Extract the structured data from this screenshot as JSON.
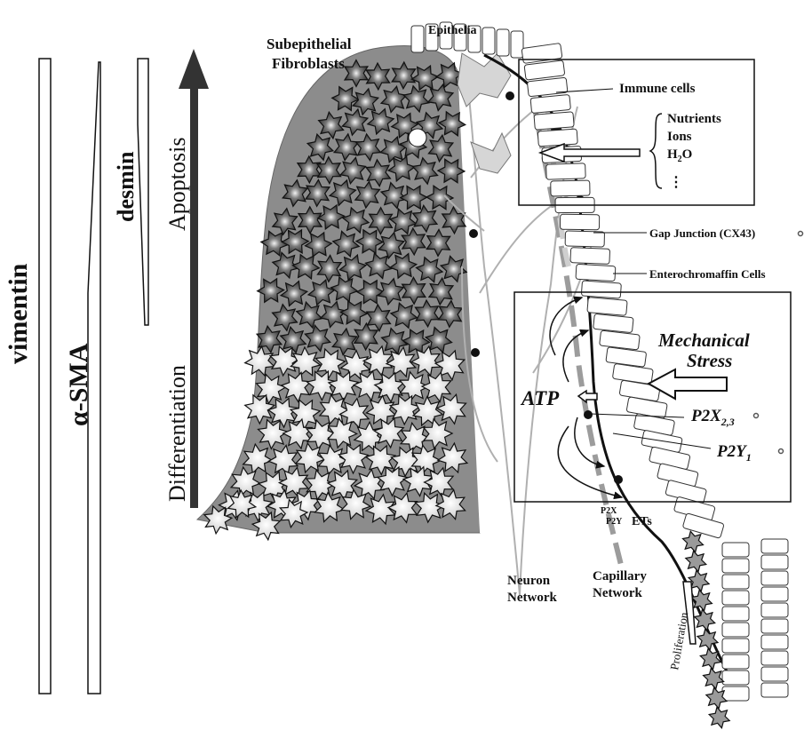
{
  "bars": {
    "vimentin": "vimentin",
    "alpha_sma": "α-SMA",
    "desmin": "desmin"
  },
  "arrow": {
    "apoptosis": "Apoptosis",
    "differentiation": "Differentiation"
  },
  "labels": {
    "subepithelial_line1": "Subepithelial",
    "subepithelial_line2": "Fibroblasts",
    "epithelia": "Epithelia",
    "immune_cells": "Immune cells",
    "nutrients": "Nutrients",
    "ions": "Ions",
    "water_h": "H",
    "water_sub": "2",
    "water_o": "O",
    "ellipsis": "⋮",
    "gap_junction": "Gap Junction (CX43)",
    "enterochromaffin": "Enterochromaffin Cells",
    "mechanical_line1": "Mechanical",
    "mechanical_line2": "Stress",
    "atp": "ATP",
    "p2x_main": "P2X",
    "p2x_sub": "2,3",
    "p2y_main": "P2Y",
    "p2y_sub": "1",
    "p2x_small": "P2X",
    "p2y_small": "P2Y",
    "ets": "ETs",
    "neuron_line1": "Neuron",
    "neuron_line2": "Network",
    "capillary_line1": "Capillary",
    "capillary_line2": "Network",
    "proliferation": "Proliferation"
  },
  "colors": {
    "fibroblast_dark": "#2e2e2e",
    "fibroblast_light": "#d9d9d9",
    "villus_bg": "#8c8c8c",
    "line": "#111111",
    "neuron": "#b5b5b5"
  }
}
